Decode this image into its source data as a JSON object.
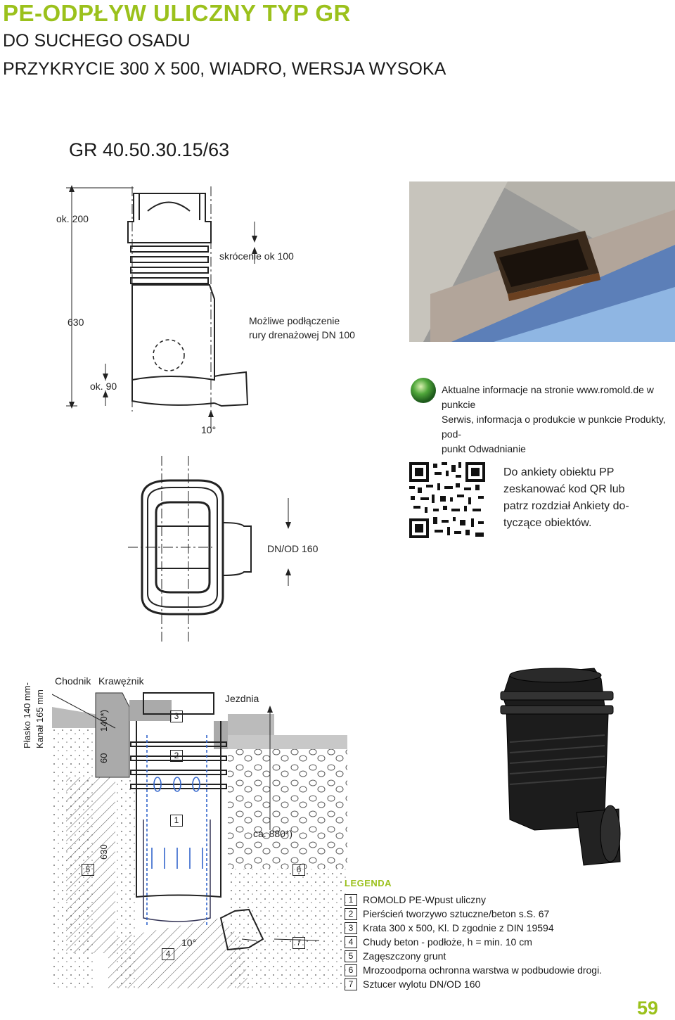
{
  "header": {
    "title": "PE-ODPŁYW ULICZNY TYP GR",
    "subtitle1": "DO SUCHEGO OSADU",
    "subtitle2": "PRZYKRYCIE 300 X 500, WIADRO, WERSJA WYSOKA",
    "model": "GR 40.50.30.15/63"
  },
  "side_drawing": {
    "ok200": "ok. 200",
    "skrocenie": "skrócenie ok 100",
    "dim630": "630",
    "mozliwe1": "Możliwe podłączenie",
    "mozliwe2": "rury drenażowej DN 100",
    "ok90": "ok. 90",
    "angle": "10°"
  },
  "info_note": {
    "line1": "Aktualne informacje na stronie www.romold.de w punkcie",
    "line2": "Serwis, informacja o produkcie w punkcie Produkty, pod-",
    "line3": "punkt Odwadnianie"
  },
  "qr_note": {
    "line1": "Do ankiety obiektu PP",
    "line2": "zeskanować kod QR lub",
    "line3": "patrz rozdział Ankiety do-",
    "line4": "tyczące obiektów."
  },
  "top_drawing": {
    "dnod": "DN/OD 160"
  },
  "section_drawing": {
    "plasko": "Płasko 140 mm-",
    "kanal": "Kanał 165 mm",
    "chodnik": "Chodnik",
    "kraweznik": "Krawężnik",
    "jezdnia": "Jezdnia",
    "dim140": "140*)",
    "dim60": "60",
    "dim630": "630",
    "ca880": "ca. 880*)",
    "angle": "10°",
    "n1": "1",
    "n2": "2",
    "n3": "3",
    "n4": "4",
    "n5": "5",
    "n6": "6",
    "n7": "7"
  },
  "legend": {
    "title": "LEGENDA",
    "items": [
      {
        "num": "1",
        "text": "ROMOLD PE-Wpust uliczny"
      },
      {
        "num": "2",
        "text": "Pierścień tworzywo sztuczne/beton s.S. 67"
      },
      {
        "num": "3",
        "text": "Krata 300 x 500, Kl. D zgodnie z DIN 19594"
      },
      {
        "num": "4",
        "text": "Chudy beton - podłoże, h = min. 10 cm"
      },
      {
        "num": "5",
        "text": "Zagęszczony grunt"
      },
      {
        "num": "6",
        "text": "Mrozoodporna ochronna warstwa w podbudowie drogi."
      },
      {
        "num": "7",
        "text": "Sztucer wylotu DN/OD 160"
      }
    ]
  },
  "page_number": "59",
  "colors": {
    "accent": "#9bc11c",
    "ink": "#1a1a1a"
  }
}
